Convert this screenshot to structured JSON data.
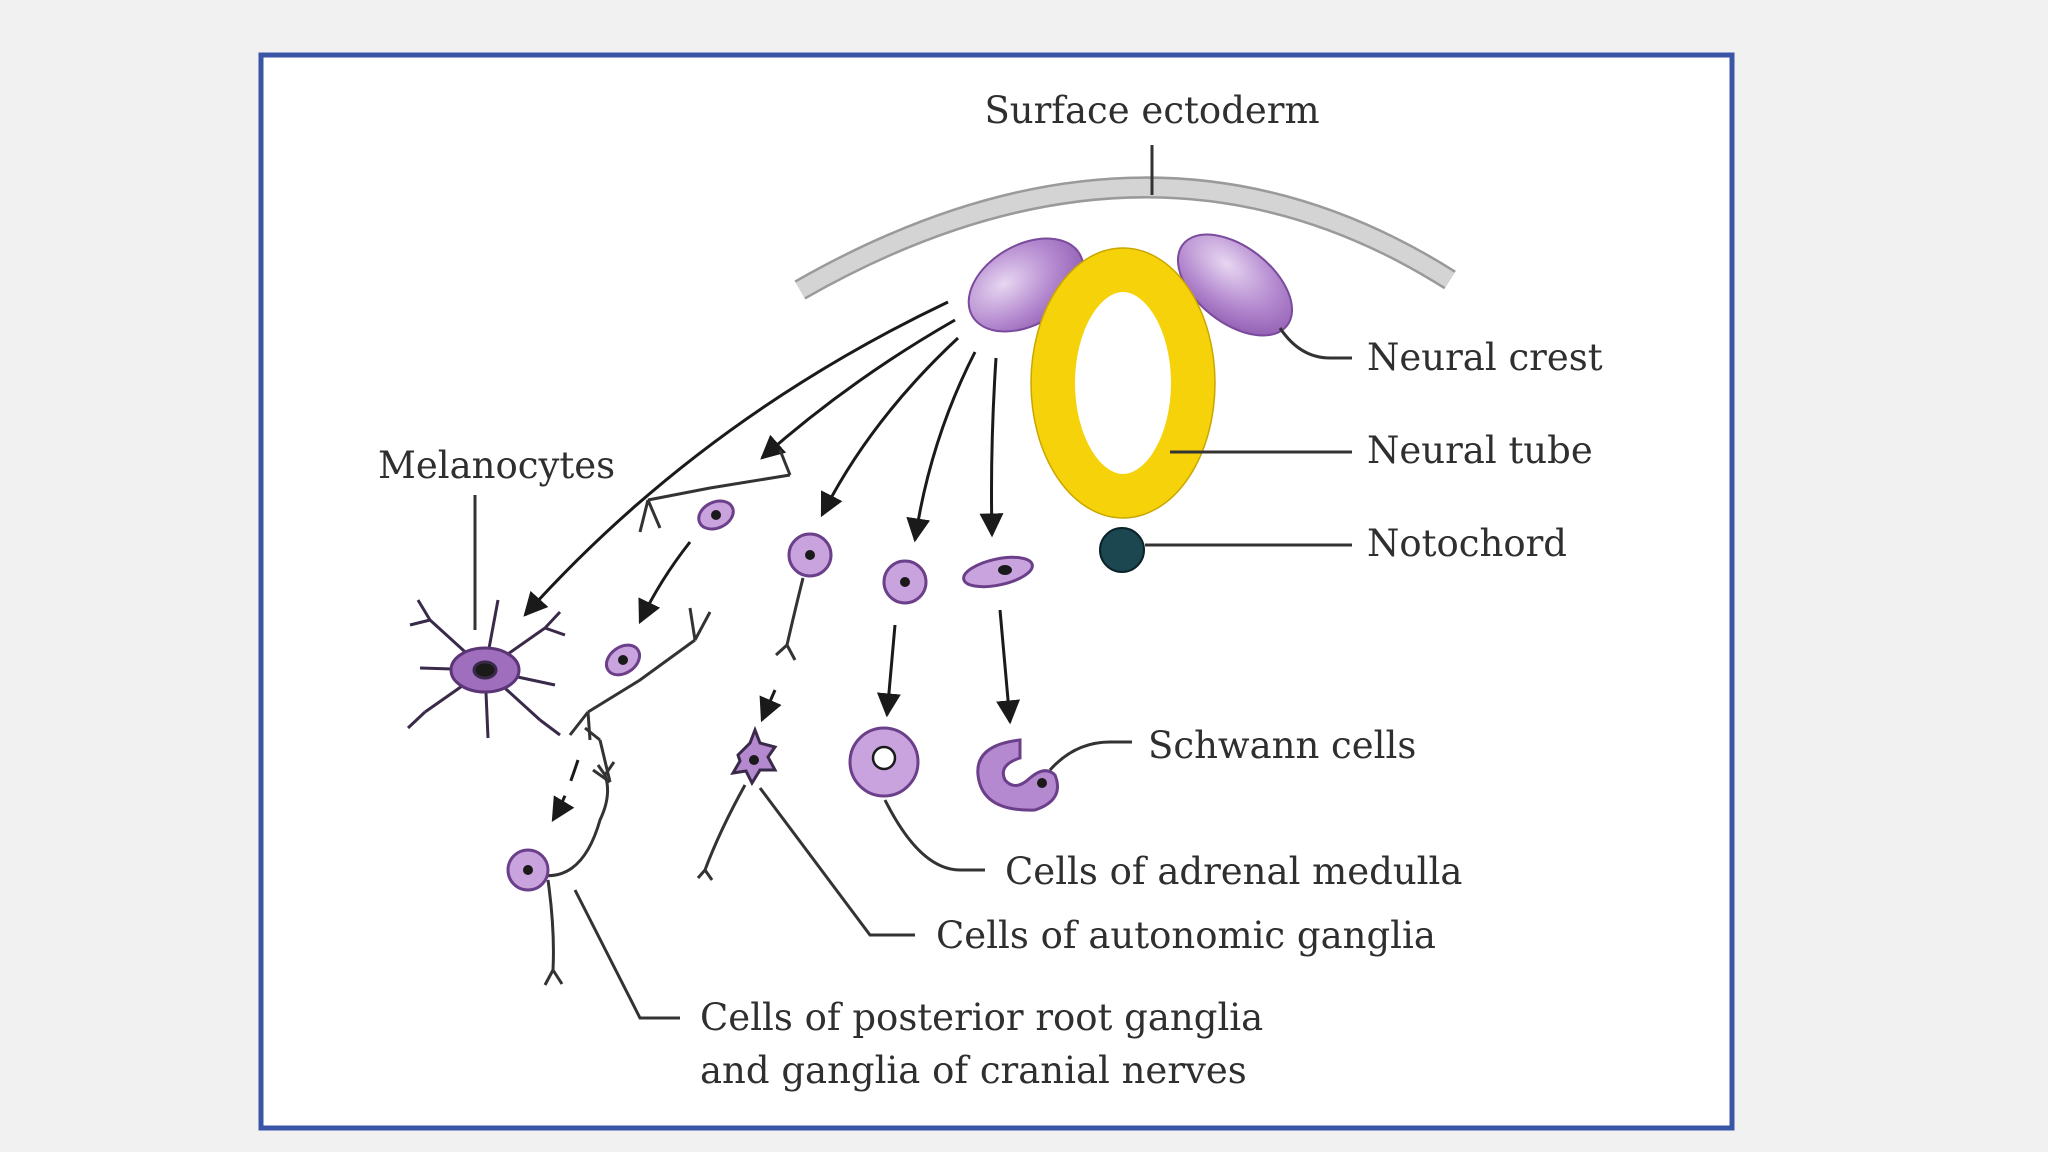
{
  "colors": {
    "page_background": "#f1f1f1",
    "frame_border": "#3a55a6",
    "panel_background": "#ffffff",
    "ectoderm": "#c9c9c9",
    "neural_crest": "#a879c6",
    "cell_fill": "#c9a3de",
    "neural_tube": "#f5d20a",
    "notochord": "#1c4650",
    "arrows": "#1a1a1a"
  },
  "labels": {
    "surface_ectoderm": "Surface ectoderm",
    "neural_crest": "Neural crest",
    "neural_tube": "Neural tube",
    "notochord": "Notochord",
    "melanocytes": "Melanocytes",
    "schwann_cells": "Schwann cells",
    "adrenal_medulla": "Cells of adrenal medulla",
    "autonomic_ganglia": "Cells of autonomic ganglia",
    "posterior_root_line1": "Cells of posterior root ganglia",
    "posterior_root_line2": "and ganglia of cranial nerves"
  }
}
